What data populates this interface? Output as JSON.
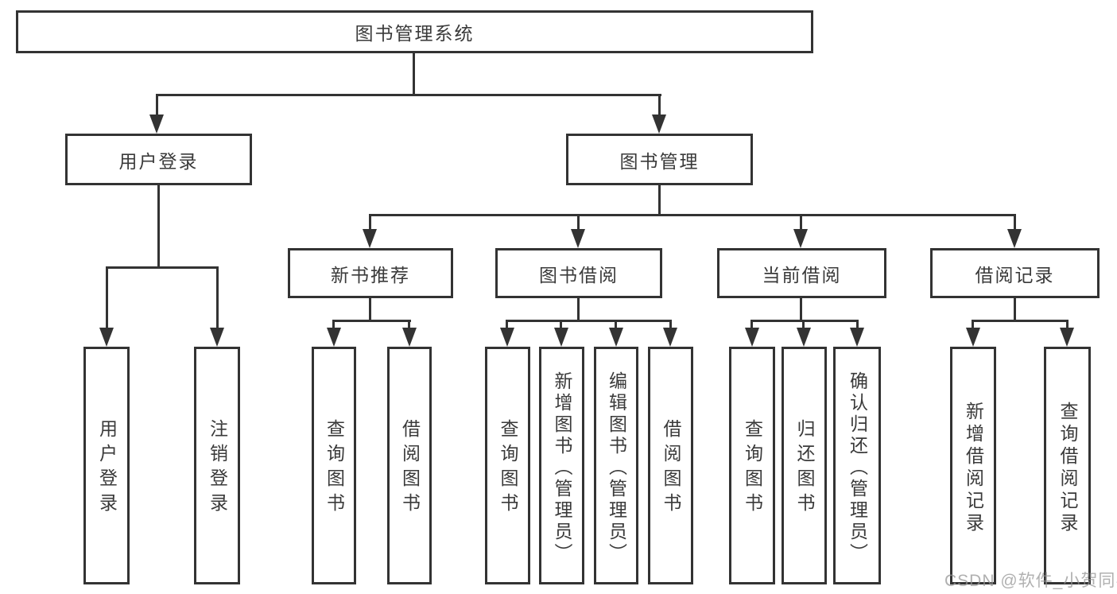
{
  "diagram": {
    "title": "图书管理系统",
    "level2": {
      "user_login": "用户登录",
      "book_mgmt": "图书管理"
    },
    "level3": {
      "new_books": "新书推荐",
      "book_borrow": "图书借阅",
      "current_borrow": "当前借阅",
      "borrow_records": "借阅记录"
    },
    "leaves": {
      "user_login_leaf": "用户登录",
      "logout_leaf": "注销登录",
      "nb_query": "查询图书",
      "nb_borrow": "借阅图书",
      "bb_query": "查询图书",
      "bb_add": "新增图书（管理员）",
      "bb_edit": "编辑图书（管理员）",
      "bb_borrow": "借阅图书",
      "cb_query": "查询图书",
      "cb_return": "归还图书",
      "cb_confirm": "确认归还（管理员）",
      "br_add": "新增借阅记录",
      "br_query": "查询借阅记录"
    }
  },
  "watermark": "CSDN @软件_小贺同学",
  "colors": {
    "line": "#333333",
    "text": "#3a3a3a",
    "watermark": "#969696",
    "background": "#ffffff"
  }
}
